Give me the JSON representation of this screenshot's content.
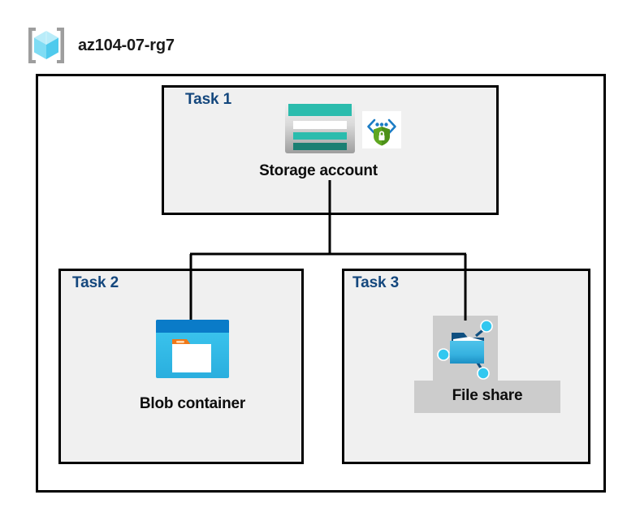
{
  "header": {
    "resource_group_name": "az104-07-rg7",
    "icon": "resource-group-cube-icon"
  },
  "diagram": {
    "type": "azure-architecture-diagram",
    "container": "resource-group",
    "colors": {
      "task_label": "#14477D",
      "node_label": "#0D0D0D",
      "task_box_fill": "#F0F0F0",
      "box_border": "#000000",
      "connector": "#000000",
      "highlight_block": "#CCCCCC",
      "storage_teal_light": "#2BBCAD",
      "storage_teal_dark": "#1B7F73",
      "blob_blue_dark": "#0A7BC8",
      "blob_cyan": "#32C8F0",
      "blob_tab_orange": "#F07818",
      "shield_green": "#5EA620",
      "chevron_blue": "#1B7CC4",
      "node_cyan": "#32C8F0",
      "cube_cyan": "#8AE0F5",
      "bracket_gray": "#9E9E9E"
    },
    "tasks": [
      {
        "id": "task1",
        "label": "Task 1",
        "node_label": "Storage account",
        "icons": [
          "storage-account-icon",
          "secure-endpoint-shield-icon"
        ]
      },
      {
        "id": "task2",
        "label": "Task 2",
        "node_label": "Blob container",
        "icons": [
          "blob-container-icon"
        ]
      },
      {
        "id": "task3",
        "label": "Task 3",
        "node_label": "File share",
        "icons": [
          "file-share-icon"
        ],
        "highlighted": true
      }
    ],
    "connections": [
      {
        "from": "Storage account",
        "to": "Blob container"
      },
      {
        "from": "Storage account",
        "to": "File share"
      }
    ]
  }
}
